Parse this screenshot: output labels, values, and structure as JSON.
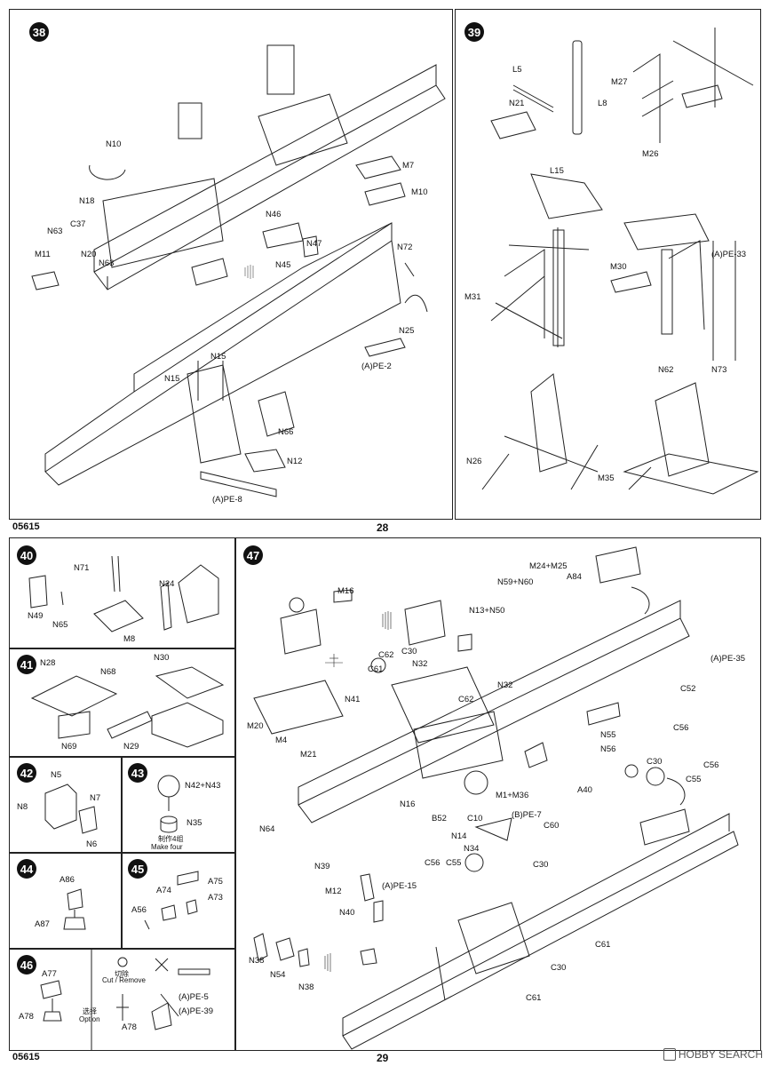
{
  "page_top": {
    "code": "05615",
    "page": "28"
  },
  "page_bottom": {
    "code": "05615",
    "page": "29"
  },
  "watermark": {
    "text": "HOBBY SEARCH"
  },
  "step38": {
    "num": "38",
    "labels": [
      "N10",
      "N18",
      "C37",
      "N63",
      "M11",
      "N20",
      "N63",
      "N46",
      "N47",
      "N45",
      "M7",
      "M10",
      "N72",
      "N25",
      "(A)PE-2",
      "N15",
      "N15",
      "N66",
      "N12",
      "(A)PE-8"
    ]
  },
  "step39": {
    "num": "39",
    "labels": [
      "L5",
      "N21",
      "L8",
      "M27",
      "M26",
      "L15",
      "M30",
      "(A)PE-33",
      "M31",
      "N62",
      "N73",
      "N26",
      "M35"
    ]
  },
  "step40": {
    "num": "40",
    "labels": [
      "N71",
      "N24",
      "N49",
      "N65",
      "M8"
    ]
  },
  "step41": {
    "num": "41",
    "labels": [
      "N28",
      "N68",
      "N30",
      "N69",
      "N29"
    ]
  },
  "step42": {
    "num": "42",
    "labels": [
      "N5",
      "N7",
      "N8",
      "N6"
    ]
  },
  "step43": {
    "num": "43",
    "labels": [
      "N42+N43",
      "N35"
    ],
    "note_cn": "制作4组",
    "note_en": "Make four"
  },
  "step44": {
    "num": "44",
    "labels": [
      "A86",
      "A87"
    ]
  },
  "step45": {
    "num": "45",
    "labels": [
      "A75",
      "A74",
      "A73",
      "A56"
    ]
  },
  "step46": {
    "num": "46",
    "labels": [
      "A77",
      "A78",
      "(A)PE-5",
      "(A)PE-39",
      "A78"
    ],
    "cut_cn": "切除",
    "cut_en": "Cut / Remove",
    "opt_cn": "选择",
    "opt_en": "Option"
  },
  "step47": {
    "num": "47",
    "labels": [
      "M16",
      "M24+M25",
      "A84",
      "N59+N60",
      "N13+N50",
      "C30",
      "C62",
      "C61",
      "N32",
      "N41",
      "C62",
      "N32",
      "(A)PE-35",
      "C52",
      "M20",
      "M4",
      "N55",
      "C56",
      "N56",
      "M21",
      "C30",
      "C56",
      "C55",
      "M1+M36",
      "N16",
      "B52",
      "A40",
      "N64",
      "C10",
      "(B)PE-7",
      "N14",
      "C60",
      "N34",
      "C56",
      "C55",
      "C30",
      "N39",
      "M12",
      "(A)PE-15",
      "N40",
      "C61",
      "N38",
      "N54",
      "N38",
      "C30",
      "C61"
    ]
  }
}
